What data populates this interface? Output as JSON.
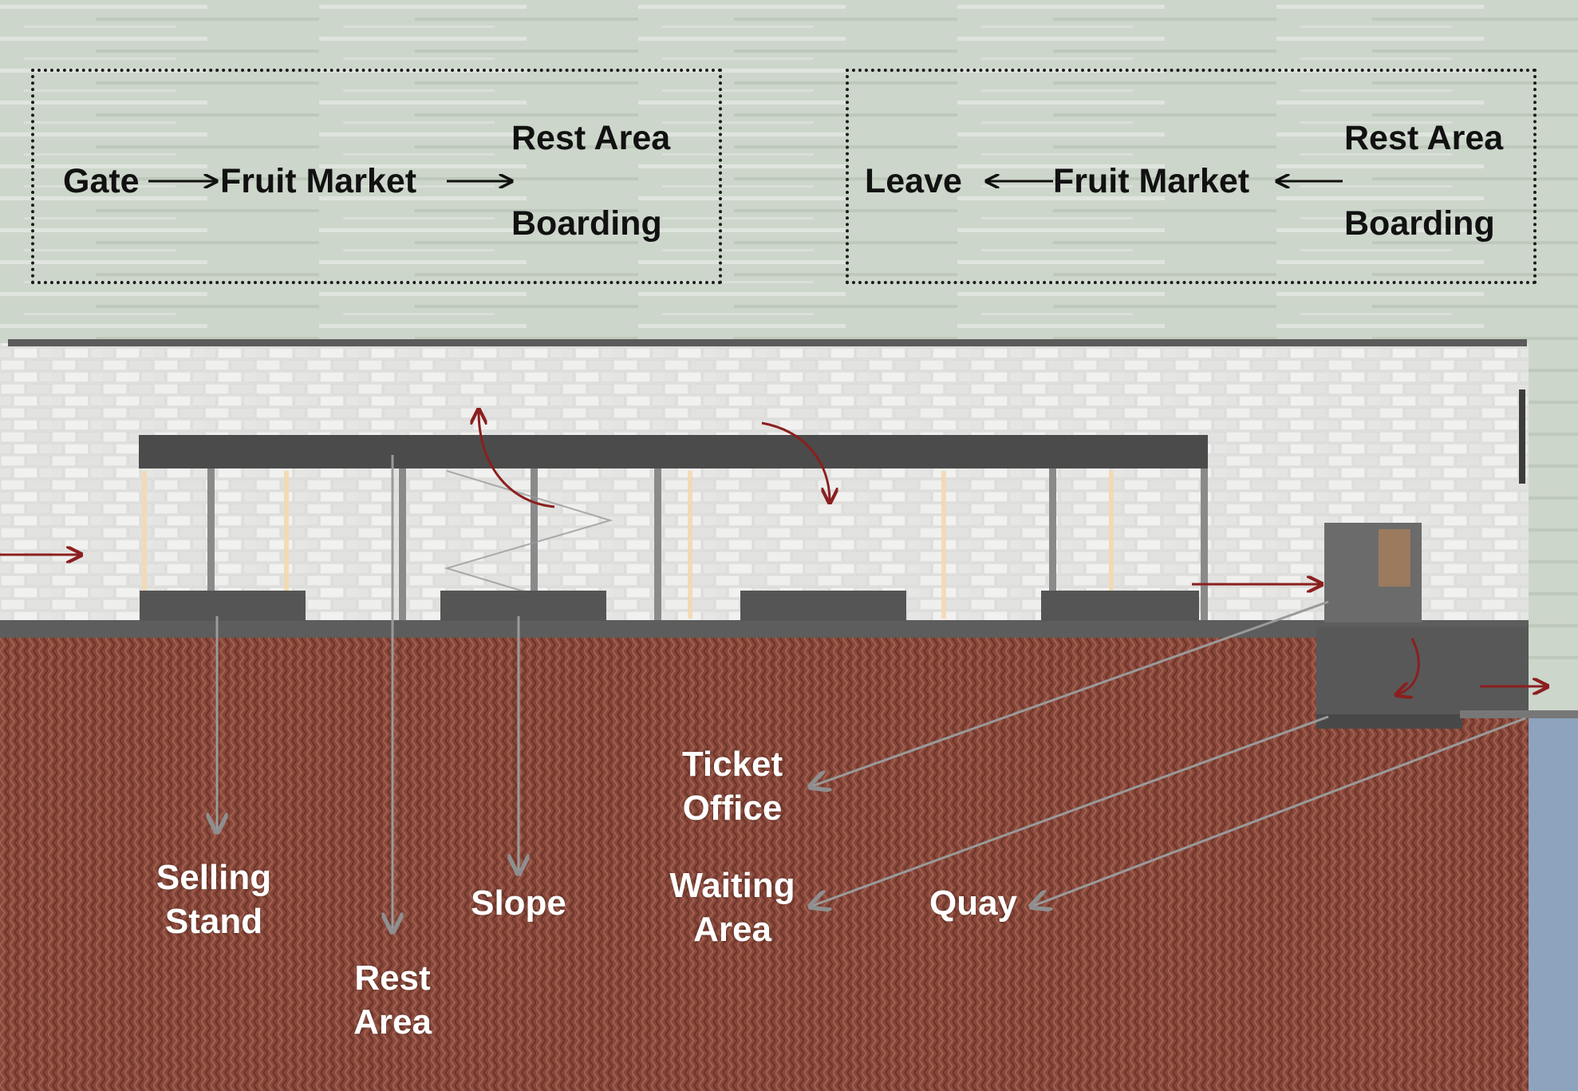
{
  "flow_entry": {
    "start": "Gate",
    "middle": "Fruit Market",
    "branch_top": "Rest Area",
    "branch_bottom": "Boarding"
  },
  "flow_exit": {
    "end": "Leave",
    "middle": "Fruit Market",
    "branch_top": "Rest Area",
    "branch_bottom": "Boarding"
  },
  "labels": {
    "selling_stand": [
      "Selling",
      "Stand"
    ],
    "rest_area": [
      "Rest",
      "Area"
    ],
    "slope": [
      "Slope"
    ],
    "ticket_office": [
      "Ticket",
      "Office"
    ],
    "waiting_area": [
      "Waiting",
      "Area"
    ],
    "quay": [
      "Quay"
    ]
  },
  "colors": {
    "sky": "#cdd6cb",
    "wall": "#e8e8e6",
    "roof": "#4a4a4a",
    "ground": "#8a4a3c",
    "water": "#8ea3bd",
    "flow_arrow": "#8b1f1f",
    "leader_line": "#9a9a9a"
  }
}
